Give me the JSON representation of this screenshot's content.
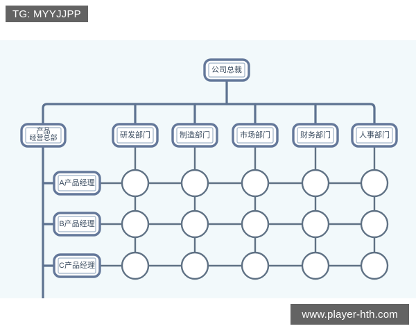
{
  "overlay": {
    "tg_badge": "TG: MYYJJPP",
    "site_badge": "www.player-hth.com"
  },
  "colors": {
    "canvas_background": "#f2f9fb",
    "page_background": "#ffffff",
    "badge_background": "#636363",
    "badge_text": "#ffffff",
    "node_outer_border": "#64789a",
    "node_inner_border": "#9fb2c6",
    "node_fill": "#ffffff",
    "connector": "#5d7290",
    "circle_border": "#5f7184",
    "circle_fill": "#ffffff",
    "label_text": "#3c4d61"
  },
  "chart": {
    "title": "",
    "type": "matrix-organization-chart",
    "root": {
      "id": "president",
      "label": "公司总裁"
    },
    "functional_departments": [
      {
        "id": "dept-product-hq",
        "label": "产品\n经营总部",
        "lines": [
          "产品",
          "经营总部"
        ]
      },
      {
        "id": "dept-rd",
        "label": "研发部门",
        "lines": [
          "研发部门"
        ]
      },
      {
        "id": "dept-mfg",
        "label": "制造部门",
        "lines": [
          "制造部门"
        ]
      },
      {
        "id": "dept-market",
        "label": "市场部门",
        "lines": [
          "市场部门"
        ]
      },
      {
        "id": "dept-finance",
        "label": "财务部门",
        "lines": [
          "财务部门"
        ]
      },
      {
        "id": "dept-hr",
        "label": "人事部门",
        "lines": [
          "人事部门"
        ]
      }
    ],
    "product_managers": [
      {
        "id": "pm-a",
        "label": "A产品经理"
      },
      {
        "id": "pm-b",
        "label": "B产品经理"
      },
      {
        "id": "pm-c",
        "label": "C产品经理"
      }
    ],
    "intersection_nodes": {
      "shape": "circle",
      "label": "",
      "rows": 3,
      "columns": 5,
      "column_departments": [
        "研发部门",
        "制造部门",
        "市场部门",
        "财务部门",
        "人事部门"
      ],
      "row_managers": [
        "A产品经理",
        "B产品经理",
        "C产品经理"
      ]
    }
  }
}
